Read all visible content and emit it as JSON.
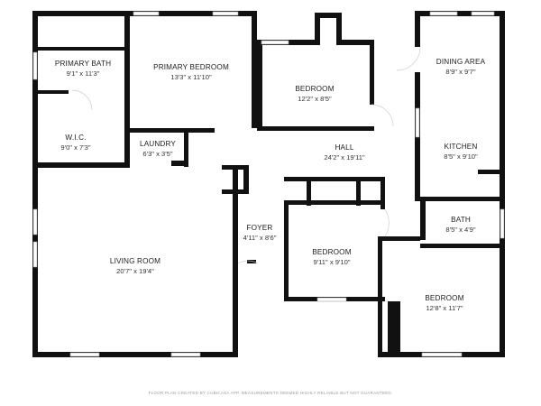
{
  "rooms": {
    "primary_bath": {
      "name": "PRIMARY BATH",
      "dims": "9'1\" x 11'3\""
    },
    "primary_bedroom": {
      "name": "PRIMARY BEDROOM",
      "dims": "13'3\" x 11'10\""
    },
    "bedroom_1": {
      "name": "BEDROOM",
      "dims": "12'2\" x 8'5\""
    },
    "dining_area": {
      "name": "DINING AREA",
      "dims": "8'9\" x 9'7\""
    },
    "wic": {
      "name": "W.I.C.",
      "dims": "9'0\" x 7'3\""
    },
    "laundry": {
      "name": "LAUNDRY",
      "dims": "6'3\" x 3'5\""
    },
    "hall": {
      "name": "HALL",
      "dims": "24'2\" x 19'11\""
    },
    "kitchen": {
      "name": "KITCHEN",
      "dims": "8'5\" x 9'10\""
    },
    "bath": {
      "name": "BATH",
      "dims": "8'5\" x 4'9\""
    },
    "foyer": {
      "name": "FOYER",
      "dims": "4'11\" x 8'6\""
    },
    "living_room": {
      "name": "LIVING ROOM",
      "dims": "20'7\" x 19'4\""
    },
    "bedroom_2": {
      "name": "BEDROOM",
      "dims": "9'11\" x 9'10\""
    },
    "bedroom_3": {
      "name": "BEDROOM",
      "dims": "12'8\" x 11'7\""
    }
  },
  "footer": "FLOOR PLAN CREATED BY CUBICASA APP. MEASUREMENTS DEEMED HIGHLY RELIABLE BUT NOT GUARANTEED.",
  "colors": {
    "wall": "#111111",
    "window": "#9aa0a0",
    "text": "#222222",
    "footer": "#9a9a9a"
  }
}
